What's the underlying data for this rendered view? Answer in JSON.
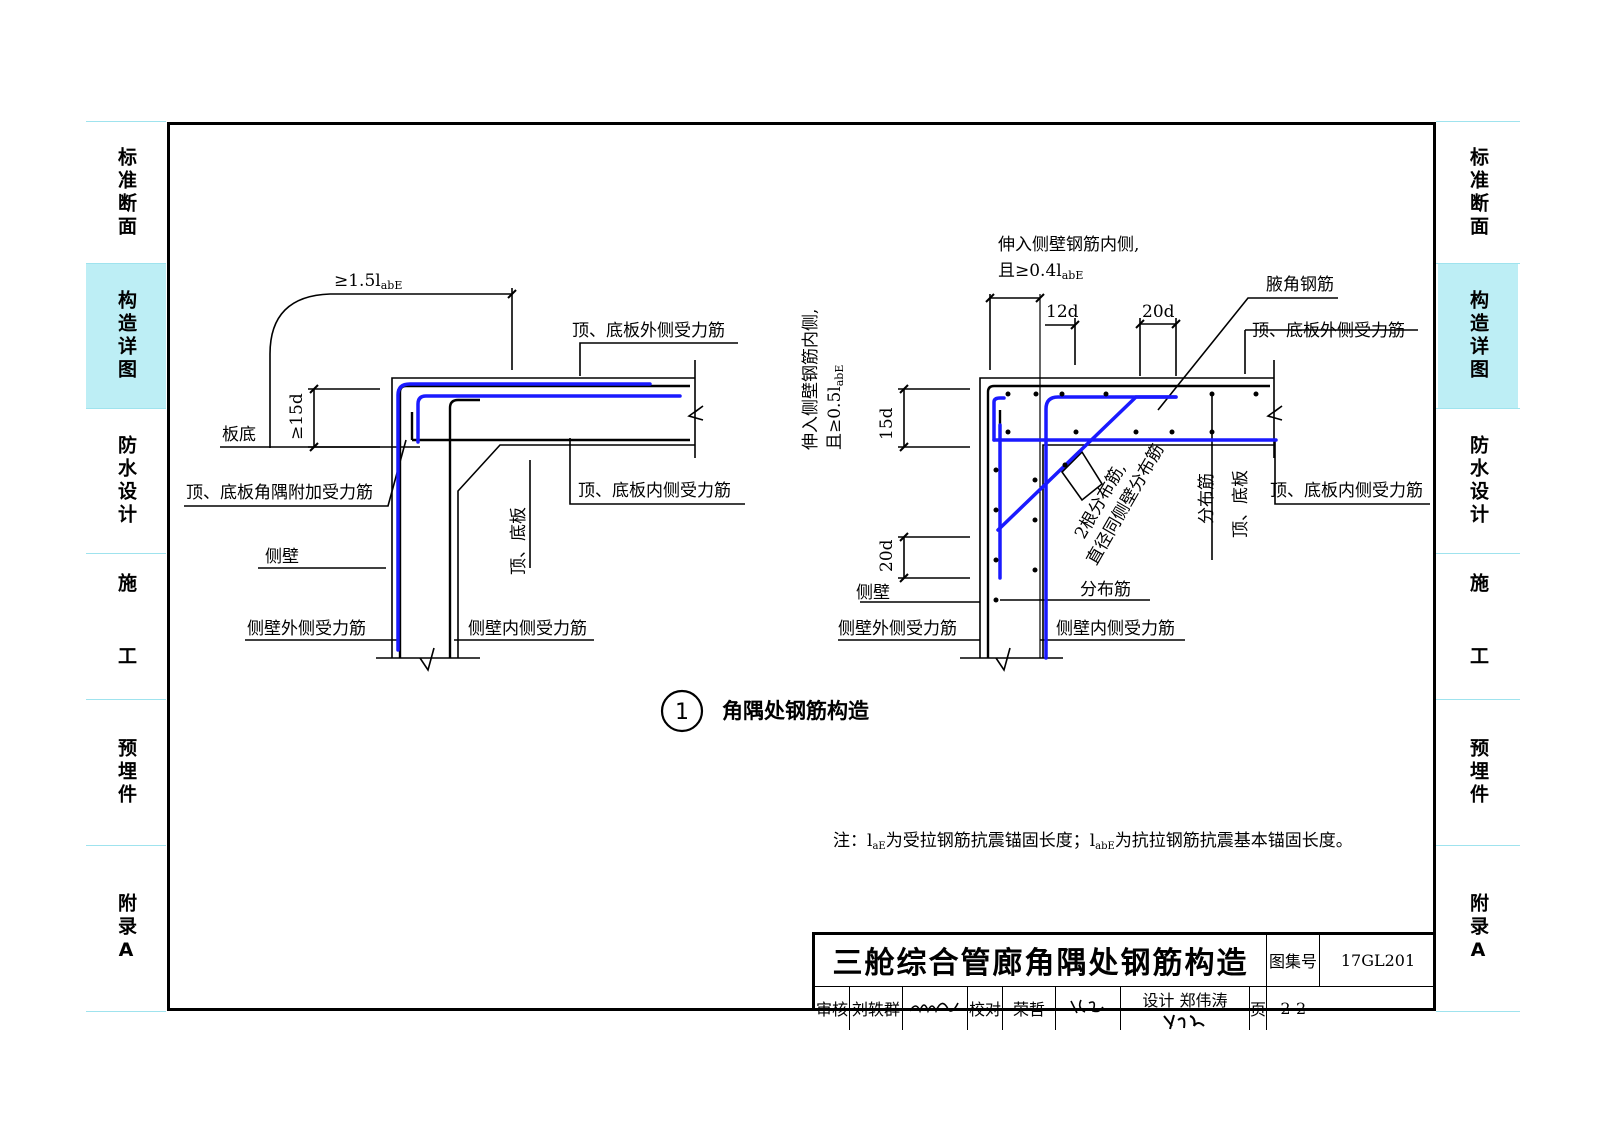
{
  "side_tabs": {
    "left": [
      {
        "label": "标准断面",
        "active": false
      },
      {
        "label": "构造详图",
        "active": true
      },
      {
        "label": "防水设计",
        "active": false
      },
      {
        "label": "施 工",
        "active": false
      },
      {
        "label": "预埋件",
        "active": false
      },
      {
        "label": "附录A",
        "active": false
      }
    ],
    "right": [
      {
        "label": "标准断面",
        "active": false
      },
      {
        "label": "构造详图",
        "active": true
      },
      {
        "label": "防水设计",
        "active": false
      },
      {
        "label": "施 工",
        "active": false
      },
      {
        "label": "预埋件",
        "active": false
      },
      {
        "label": "附录A",
        "active": false
      }
    ]
  },
  "left_detail": {
    "dim_top": "≥1.5l",
    "dim_top_sub": "abE",
    "dim_side": "≥15d",
    "board_bottom": "板底",
    "outer_rebar": "顶、底板外侧受力筋",
    "inner_rebar": "顶、底板内侧受力筋",
    "corner_additional": "顶、底板角隅附加受力筋",
    "side_wall": "侧壁",
    "top_bottom_slab": "顶、底板",
    "wall_outer": "侧壁外侧受力筋",
    "wall_inner": "侧壁内侧受力筋"
  },
  "right_detail": {
    "extend_note_1": "伸入侧壁钢筋内侧,",
    "extend_note_2": "且≥0.4l",
    "extend_note_2_sub": "abE",
    "dim_12d": "12d",
    "dim_20d_top": "20d",
    "haunch_rebar": "腋角钢筋",
    "outer_rebar": "顶、底板外侧受力筋",
    "vertical_note_1": "伸入侧壁钢筋内侧,",
    "vertical_note_2": "且≥0.5l",
    "vertical_note_2_sub": "abE",
    "dim_15d": "15d",
    "dist_2bars": "2根分布筋,",
    "dist_2bars_2": "直径同侧壁分布筋",
    "distribution": "分布筋",
    "top_bottom_slab": "顶、底板",
    "inner_rebar": "顶、底板内侧受力筋",
    "dim_20d_side": "20d",
    "side_wall": "侧壁",
    "distribution_2": "分布筋",
    "wall_outer": "侧壁外侧受力筋",
    "wall_inner": "侧壁内侧受力筋"
  },
  "detail_title": {
    "number": "1",
    "text": "角隅处钢筋构造"
  },
  "note": "注：l",
  "note_parts": {
    "p1_sub": "aE",
    "p2": "为受拉钢筋抗震锚固长度；l",
    "p2_sub": "abE",
    "p3": "为抗拉钢筋抗震基本锚固长度。"
  },
  "title_block": {
    "title": "三舱综合管廊角隅处钢筋构造",
    "atlas_label": "图集号",
    "atlas_number": "17GL201",
    "review_label": "审核",
    "review_name": "刘轶群",
    "check_label": "校对",
    "check_name": "荣哲",
    "design_label": "设计",
    "design_name": "郑伟涛",
    "page_label": "页",
    "page_number": "2-2"
  },
  "colors": {
    "rebar_blue": "#1a1aff",
    "tab_active": "#bdeef5",
    "tab_line": "#9fe3ee"
  }
}
